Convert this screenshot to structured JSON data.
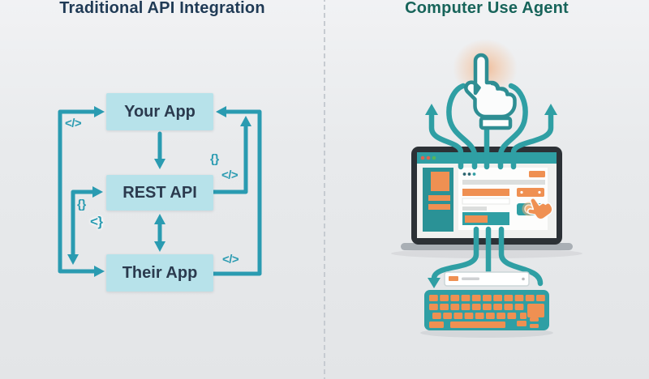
{
  "left": {
    "title": "Traditional API Integration",
    "nodes": [
      {
        "id": "your-app",
        "label": "Your App"
      },
      {
        "id": "rest-api",
        "label": "REST API"
      },
      {
        "id": "their-app",
        "label": "Their App"
      }
    ],
    "code_labels": [
      {
        "id": "left-top-slash",
        "text": "</>"
      },
      {
        "id": "left-mid-braces",
        "text": "{}"
      },
      {
        "id": "left-mid-angle",
        "text": "<}"
      },
      {
        "id": "right-upper-braces",
        "text": "{}"
      },
      {
        "id": "right-upper-slash",
        "text": "</>"
      },
      {
        "id": "right-lower-slash",
        "text": "</>"
      }
    ]
  },
  "right": {
    "title": "Computer Use Agent",
    "icons": {
      "pointer_hand": "hand-cursor-icon",
      "click_hand": "click-hand-icon",
      "monitor": "monitor-illustration",
      "keyboard": "keyboard-illustration",
      "search_bar": "search-bar-illustration"
    }
  },
  "colors": {
    "arrow_teal": "#2a9bb1",
    "illustration_teal": "#2f9fa4",
    "orange": "#ef9052",
    "node_fill": "#b7e2ea",
    "node_text": "#2b3a4e",
    "title_left": "#1f3a55",
    "title_right": "#17645a",
    "monitor_frame": "#2c3136",
    "background": "#e8eaec"
  }
}
